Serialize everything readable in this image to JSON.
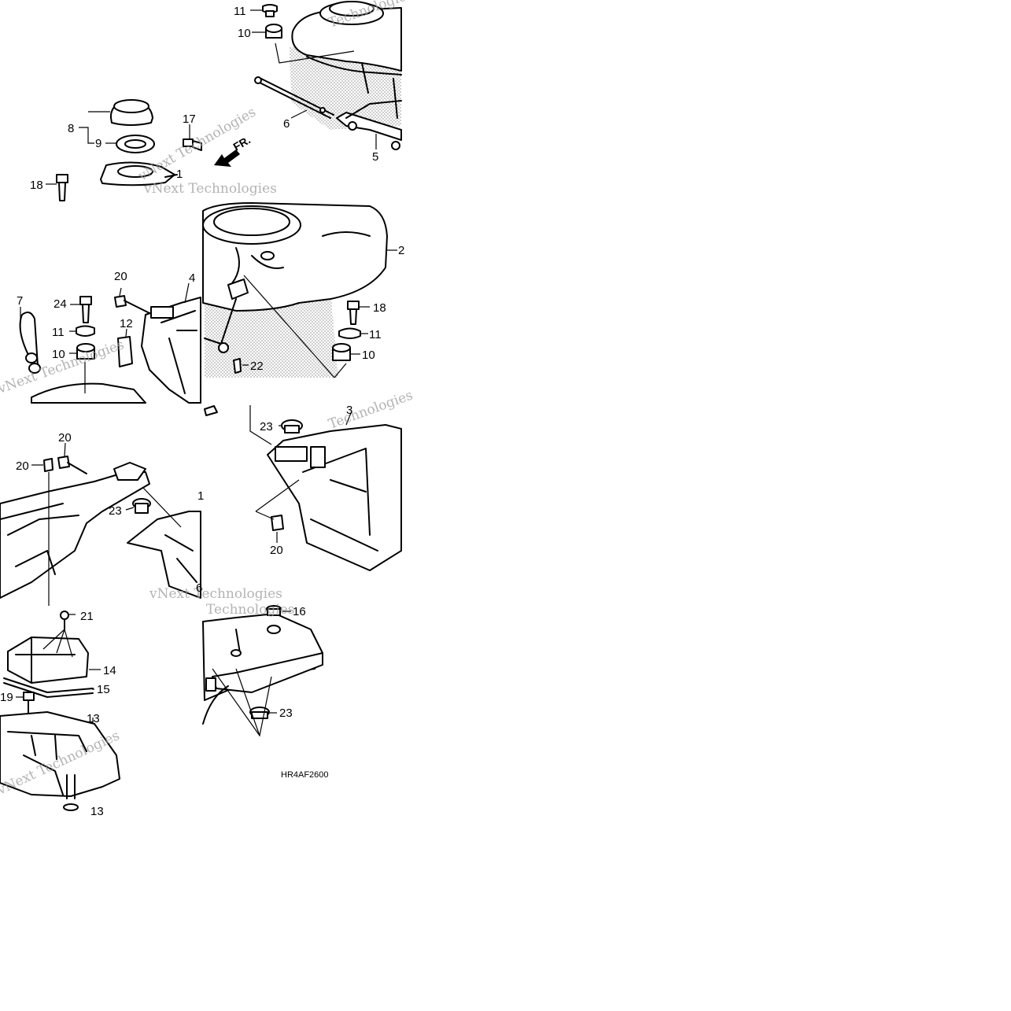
{
  "diagram": {
    "figure_code": "HR4AF2600",
    "direction_label": "FR.",
    "watermarks": [
      "vNext Technologies",
      "vNext Technologies",
      "Technologies",
      "vNext Technologies",
      "Technologies",
      "vNext Technologies",
      "Technologies",
      "vNext Technologies"
    ],
    "callouts": [
      {
        "id": "11a",
        "num": "11"
      },
      {
        "id": "10a",
        "num": "10"
      },
      {
        "id": "6a",
        "num": "6"
      },
      {
        "id": "5",
        "num": "5"
      },
      {
        "id": "8",
        "num": "8"
      },
      {
        "id": "9",
        "num": "9"
      },
      {
        "id": "17",
        "num": "17"
      },
      {
        "id": "18a",
        "num": "18"
      },
      {
        "id": "1",
        "num": "1"
      },
      {
        "id": "2",
        "num": "2"
      },
      {
        "id": "18b",
        "num": "18"
      },
      {
        "id": "11b",
        "num": "11"
      },
      {
        "id": "10b",
        "num": "10"
      },
      {
        "id": "22",
        "num": "22"
      },
      {
        "id": "7",
        "num": "7"
      },
      {
        "id": "24",
        "num": "24"
      },
      {
        "id": "11c",
        "num": "11"
      },
      {
        "id": "10c",
        "num": "10"
      },
      {
        "id": "20a",
        "num": "20"
      },
      {
        "id": "12",
        "num": "12"
      },
      {
        "id": "4",
        "num": "4"
      },
      {
        "id": "3",
        "num": "3"
      },
      {
        "id": "23a",
        "num": "23"
      },
      {
        "id": "20b",
        "num": "20"
      },
      {
        "id": "20c",
        "num": "20"
      },
      {
        "id": "20d",
        "num": "20"
      },
      {
        "id": "23b",
        "num": "23"
      },
      {
        "id": "1b",
        "num": "1"
      },
      {
        "id": "6b",
        "num": "6"
      },
      {
        "id": "21",
        "num": "21"
      },
      {
        "id": "14",
        "num": "14"
      },
      {
        "id": "15",
        "num": "15"
      },
      {
        "id": "19",
        "num": "19"
      },
      {
        "id": "13",
        "num": "13"
      },
      {
        "id": "16",
        "num": "16"
      },
      {
        "id": "23c",
        "num": "23"
      },
      {
        "id": "13b",
        "num": "13"
      }
    ]
  }
}
